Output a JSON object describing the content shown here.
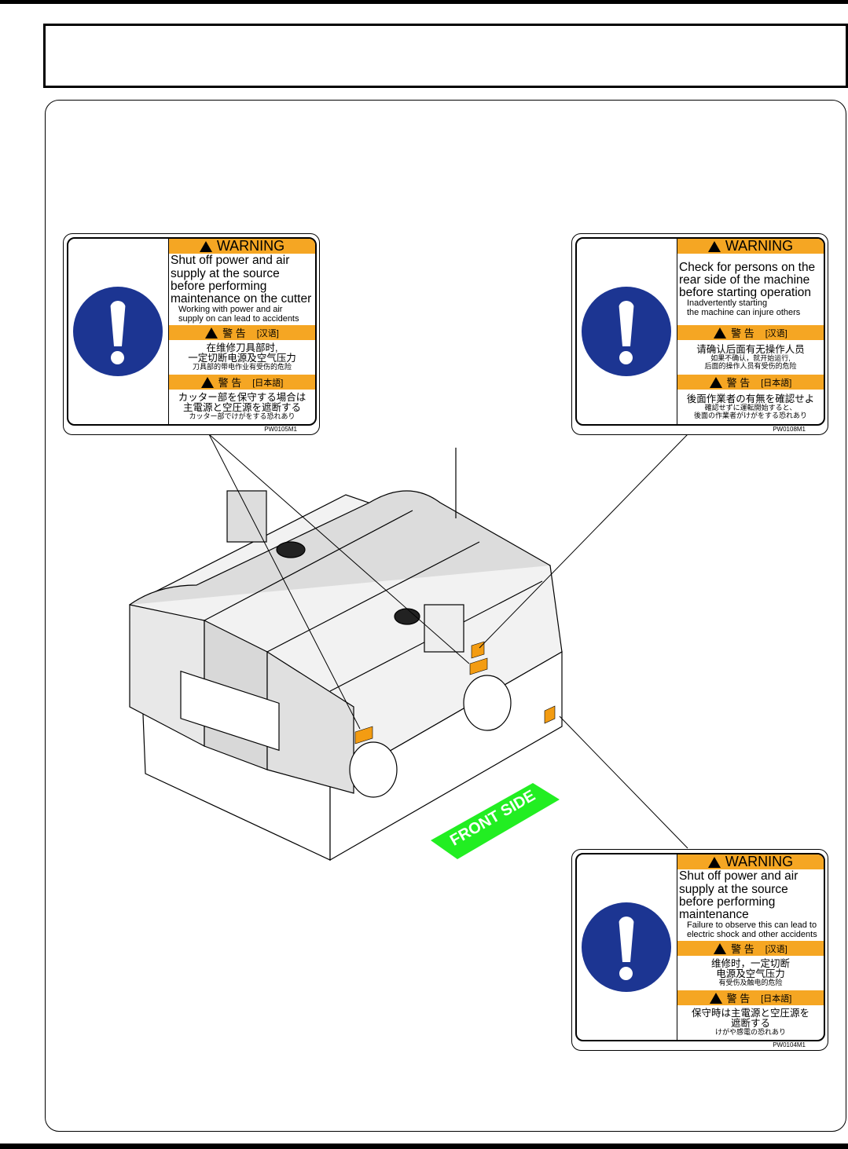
{
  "labels": [
    {
      "id": "PW0105M1",
      "warning": "WARNING",
      "en_main": [
        "Shut off power and air",
        "supply at the source",
        "before performing",
        "maintenance on the cutter"
      ],
      "en_sub": [
        "Working with power and air",
        "supply on can lead to accidents"
      ],
      "cn_title": "警 告",
      "cn_lang": "[汉语]",
      "cn_main": [
        "在维修刀具部时,",
        "一定切断电源及空气压力"
      ],
      "cn_sub": [
        "刀具部的带电作业有受伤的危险"
      ],
      "jp_title": "警 告",
      "jp_lang": "[日本語]",
      "jp_main": [
        "カッター部を保守する場合は",
        "主電源と空圧源を遮断する"
      ],
      "jp_sub": [
        "カッター部でけがをする恐れあり"
      ]
    },
    {
      "id": "PW0108M1",
      "warning": "WARNING",
      "en_main": [
        "Check for persons on the",
        "rear side of the machine",
        "before starting operation"
      ],
      "en_sub": [
        "Inadvertently starting",
        "the machine can injure others"
      ],
      "cn_title": "警 告",
      "cn_lang": "[汉语]",
      "cn_main": [
        "请确认后面有无操作人员"
      ],
      "cn_sub": [
        "如果不确认，就开始运行,",
        "后面的操作人员有受伤的危险"
      ],
      "jp_title": "警 告",
      "jp_lang": "[日本語]",
      "jp_main": [
        "後面作業者の有無を確認せよ"
      ],
      "jp_sub": [
        "確認せずに運転開始すると、",
        "後面の作業者がけがをする恐れあり"
      ]
    },
    {
      "id": "PW0104M1",
      "warning": "WARNING",
      "en_main": [
        "Shut off power and air",
        "supply at the source",
        "before performing",
        "maintenance"
      ],
      "en_sub": [
        "Failure to observe this can lead to",
        "electric shock and other accidents"
      ],
      "cn_title": "警 告",
      "cn_lang": "[汉语]",
      "cn_main": [
        "维修时，一定切断",
        "电源及空气压力"
      ],
      "cn_sub": [
        "有受伤及触电的危险"
      ],
      "jp_title": "警 告",
      "jp_lang": "[日本語]",
      "jp_main": [
        "保守時は主電源と空圧源を",
        "遮断する"
      ],
      "jp_sub": [
        "けがや感電の恐れあり"
      ]
    }
  ],
  "front_side": "FRONT SIDE",
  "colors": {
    "warning_bar": "#f5a623",
    "icon_blue": "#1c3592",
    "front_side": "#22ee22",
    "label_sticker": "#f39c12"
  }
}
